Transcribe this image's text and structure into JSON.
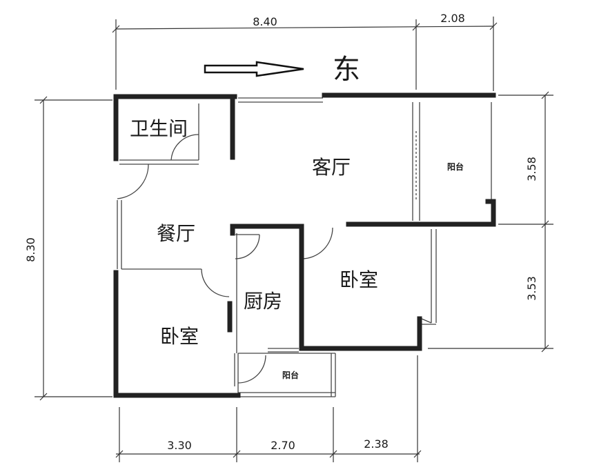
{
  "direction": {
    "label": "东"
  },
  "dimensions": {
    "top_left": "8.40",
    "top_right": "2.08",
    "left": "8.30",
    "right_upper": "3.58",
    "right_lower": "3.53",
    "bottom_left": "3.30",
    "bottom_mid": "2.70",
    "bottom_right": "2.38"
  },
  "rooms": {
    "bathroom": "卫生间",
    "living_room": "客厅",
    "balcony_east": "阳台",
    "dining_room": "餐厅",
    "kitchen": "厨房",
    "bedroom_east": "卧室",
    "bedroom_west": "卧室",
    "balcony_small": "阳台"
  }
}
